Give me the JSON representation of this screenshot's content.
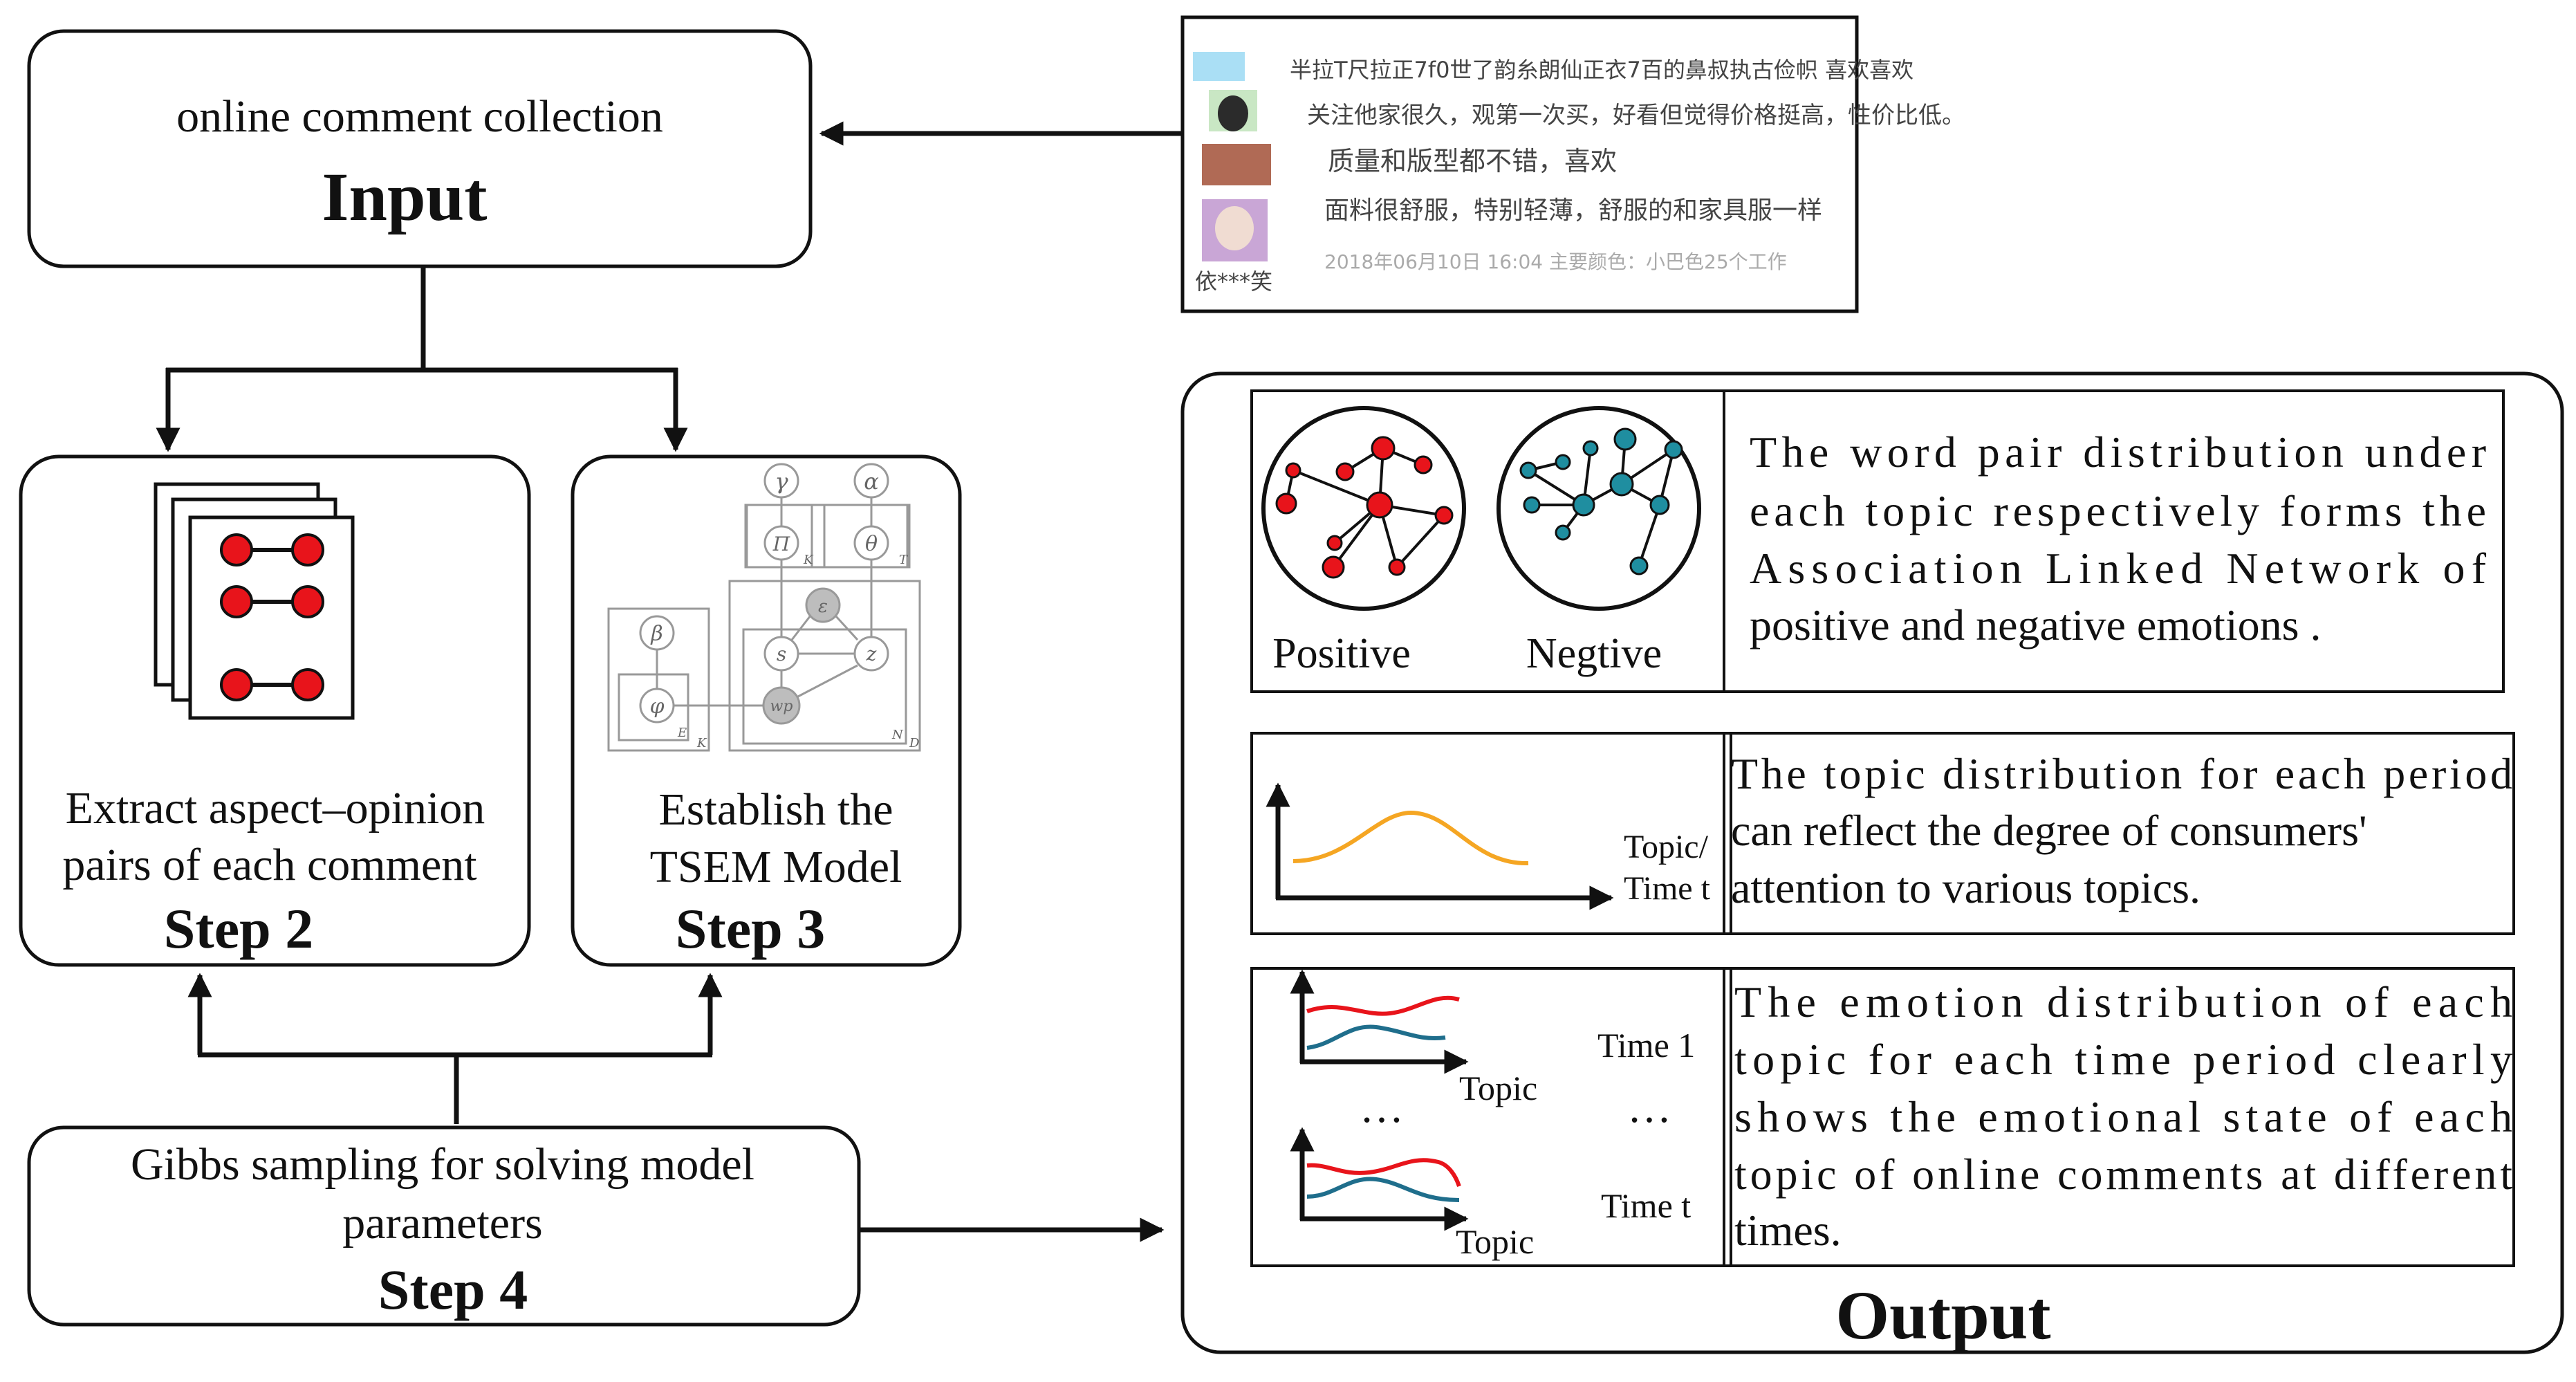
{
  "input": {
    "subtitle": "online comment collection",
    "title": "Input"
  },
  "comments": {
    "lines": [
      "半拉T尺拉正7f0世了韵糸朗仙正衣7百的鼻叔执古俭帜   喜欢喜欢",
      "关注他家很久，观第一次买，好看但觉得价格挺高，性价比低。",
      "质量和版型都不错，喜欢",
      "面料很舒服，特别轻薄，舒服的和家具服一样",
      "2018年06月10日 16:04      主要颜色：小巴色25个工作"
    ],
    "username": "依***笑"
  },
  "step2": {
    "line1": "Extract aspect–opinion",
    "line2": "pairs of each comment",
    "label": "Step 2"
  },
  "step3": {
    "line1": "Establish the",
    "line2": "TSEM Model",
    "label": "Step 3",
    "pgm": {
      "gamma": "γ",
      "alpha": "α",
      "pi": "Π",
      "theta": "θ",
      "beta": "β",
      "phi": "φ",
      "e": "ε",
      "s": "s",
      "z": "z",
      "wp": "wp",
      "K1": "K",
      "T": "T",
      "E": "E",
      "K2": "K",
      "N": "N",
      "D": "D"
    }
  },
  "step4": {
    "line1": "Gibbs sampling for solving model",
    "line2": "parameters",
    "label": "Step 4"
  },
  "output": {
    "title": "Output",
    "panel1": {
      "positive": "Positive",
      "negative": "Negtive",
      "lines": [
        "The word pair distribution under",
        "each topic respectively forms the",
        "Association Linked Network of",
        "positive and negative emotions ."
      ]
    },
    "panel2": {
      "axis_label1": "Topic/",
      "axis_label2": "Time t",
      "lines": [
        "The topic distribution for each period",
        "can reflect the degree of consumers'",
        "attention to various topics."
      ]
    },
    "panel3": {
      "topic1": "Topic",
      "topic2": "Topic",
      "time1": "Time 1",
      "timet": "Time t",
      "dots1": "…",
      "dots2": "…",
      "lines": [
        "The emotion distribution of each",
        "topic for each time period clearly",
        "shows the emotional state of each",
        "topic of online comments at different",
        "times."
      ]
    }
  },
  "colors": {
    "red": "#e8141b",
    "teal": "#1f8ea0",
    "orange": "#f5a623",
    "dark_teal": "#1f6e8c"
  }
}
